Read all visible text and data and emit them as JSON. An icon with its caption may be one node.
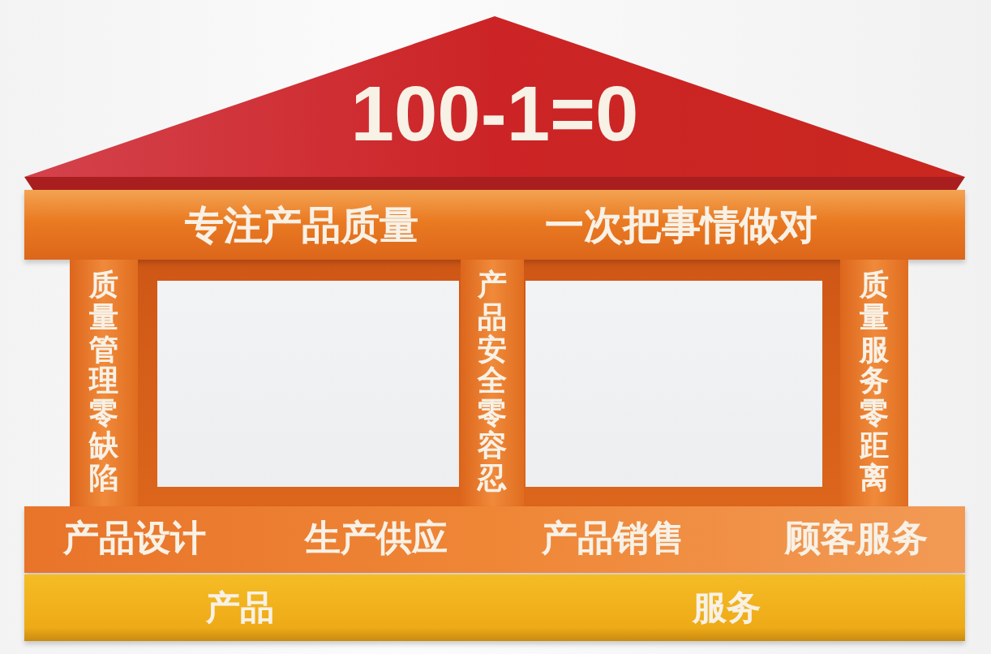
{
  "diagram": {
    "nodes": [
      {
        "text": [
          "100-1=0"
        ]
      },
      {
        "text": [
          "专注产品质量",
          "一次把事情做对"
        ]
      },
      {
        "text": [
          "质量管理零缺陷"
        ]
      },
      {
        "text": [
          "产品安全零容忍"
        ]
      },
      {
        "text": [
          "质量服务零距离"
        ]
      },
      {
        "text": [
          "产品设计",
          "生产供应",
          "产品销售",
          "顾客服务"
        ]
      },
      {
        "text": [
          "产品",
          "服务"
        ]
      }
    ]
  }
}
